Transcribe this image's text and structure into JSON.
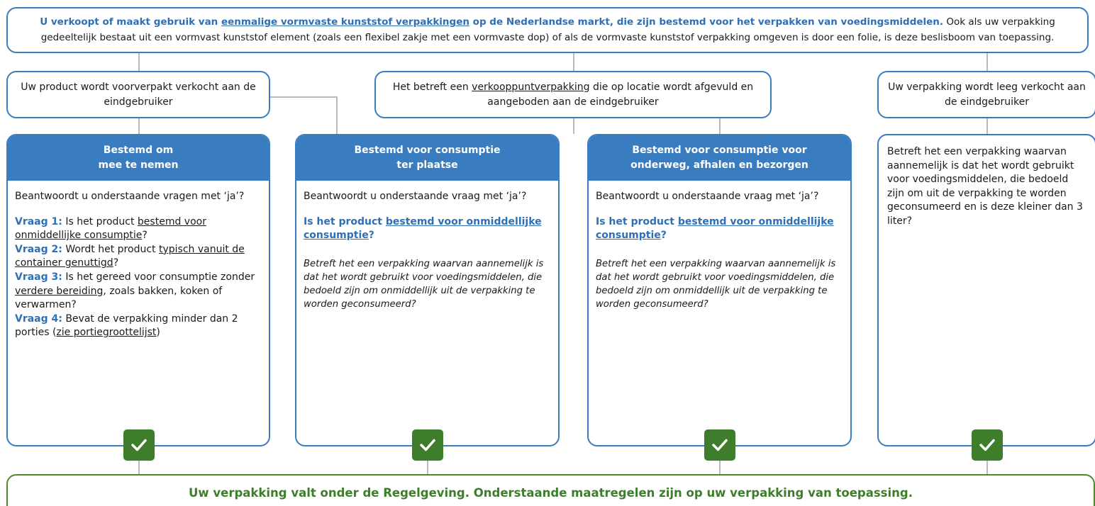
{
  "intro": {
    "part1": "U verkoopt of maakt gebruik van ",
    "link": "eenmalige vormvaste kunststof verpakkingen",
    "part2": " op de Nederlandse markt, die zijn bestemd voor het verpakken van voedingsmiddelen.",
    "part3": " Ook als uw verpakking gedeeltelijk bestaat uit een vormvast kunststof element (zoals een flexibel zakje met een vormvaste dop) of als de vormvaste kunststof verpakking omgeven is door een folie, is deze beslisboom van toepassing."
  },
  "conditions": {
    "prepacked": "Uw product wordt voorverpakt verkocht aan de eindgebruiker",
    "point_of_sale_pre": "Het betreft een ",
    "point_of_sale_link": "verkooppuntverpakking",
    "point_of_sale_post": " die op locatie wordt afgevuld en aangeboden aan de eindgebruiker",
    "empty": "Uw verpakking wordt leeg verkocht aan de eindgebruiker"
  },
  "cards": {
    "takeaway": {
      "title_line1": "Bestemd om",
      "title_line2": "mee te nemen",
      "prompt": "Beantwoordt u onderstaande vragen met ‘ja’?",
      "q1_label": "Vraag 1:",
      "q1_pre": " Is het product ",
      "q1_link": "bestemd voor onmiddellijke consumptie",
      "q1_post": "?",
      "q2_label": "Vraag 2:",
      "q2_pre": " Wordt het product ",
      "q2_link": "typisch vanuit de container genuttigd",
      "q2_post": "?",
      "q3_label": "Vraag 3:",
      "q3_pre": " Is het gereed voor consumptie zonder ",
      "q3_link": "verdere bereiding",
      "q3_post": ", zoals bakken, koken of verwarmen?",
      "q4_label": "Vraag 4:",
      "q4_pre": " Bevat de verpakking minder dan 2 porties (",
      "q4_link": "zie portiegroottelijst",
      "q4_post": ")"
    },
    "on_site": {
      "title_line1": "Bestemd voor consumptie",
      "title_line2": "ter plaatse",
      "prompt": "Beantwoordt u onderstaande vraag met ‘ja’?",
      "question_pre": "Is het product ",
      "question_link": "bestemd voor onmiddellijke consumptie",
      "question_post": "?",
      "explanation": "Betreft het een verpakking waarvan aannemelijk is dat het wordt gebruikt voor voedingsmiddelen, die bedoeld zijn om onmiddellijk uit de verpakking te worden geconsumeerd?"
    },
    "on_the_go": {
      "title_line1": "Bestemd voor consumptie voor",
      "title_line2": "onderweg, afhalen en bezorgen",
      "prompt": "Beantwoordt u onderstaande vraag met ‘ja’?",
      "question_pre": "Is het product ",
      "question_link": "bestemd voor onmiddellijke consumptie",
      "question_post": "?",
      "explanation": "Betreft het een verpakking waarvan aannemelijk is dat het wordt gebruikt voor voedingsmiddelen, die bedoeld zijn om onmiddellijk uit de verpakking te worden geconsumeerd?"
    },
    "empty": {
      "text": "Betreft het een verpakking waarvan aannemelijk is dat het wordt gebruikt voor voedingsmiddelen, die bedoeld zijn om uit de verpakking te worden geconsumeerd en is deze kleiner dan 3 liter?"
    }
  },
  "result": "Uw verpakking valt onder de Regelgeving. Onderstaande maatregelen zijn op uw verpakking van toepassing.",
  "colors": {
    "blue": "#3a7cc0",
    "green": "#3e7d2c"
  },
  "icons": {
    "check": "check-icon"
  }
}
